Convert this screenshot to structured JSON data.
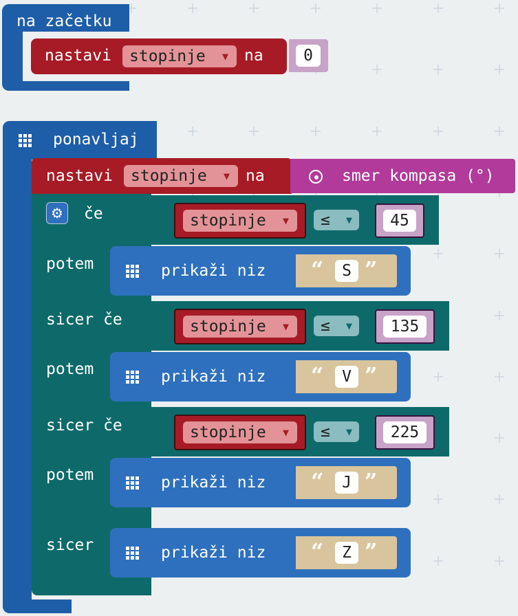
{
  "on_start": {
    "title": "na začetku",
    "set_block": {
      "keyword": "nastavi",
      "variable": "stopinje",
      "connector": "na",
      "value": "0"
    }
  },
  "forever": {
    "title": "ponavljaj",
    "set_block": {
      "keyword": "nastavi",
      "variable": "stopinje",
      "connector": "na",
      "sensor": "smer kompasa (°)"
    },
    "if_block": {
      "if_label": "če",
      "then_label": "potem",
      "else_if_label": "sicer če",
      "else_label": "sicer",
      "conditions": [
        {
          "variable": "stopinje",
          "operator": "≤",
          "value": "45"
        },
        {
          "variable": "stopinje",
          "operator": "≤",
          "value": "135"
        },
        {
          "variable": "stopinje",
          "operator": "≤",
          "value": "225"
        }
      ],
      "show_label": "prikaži niz",
      "strings": [
        "S",
        "V",
        "J",
        "Z"
      ]
    }
  },
  "icons": {
    "dropdown": "▼",
    "open_quote": "“",
    "close_quote": "”"
  },
  "colors": {
    "workspace": "#ecf0f1",
    "basic_blue": "#1e5ea8",
    "variables_red": "#a61b25",
    "logic_teal": "#0e6a6a",
    "math_purple": "#c8a3c8",
    "text_tan": "#d8c59d",
    "input_purple": "#b13a9a"
  }
}
